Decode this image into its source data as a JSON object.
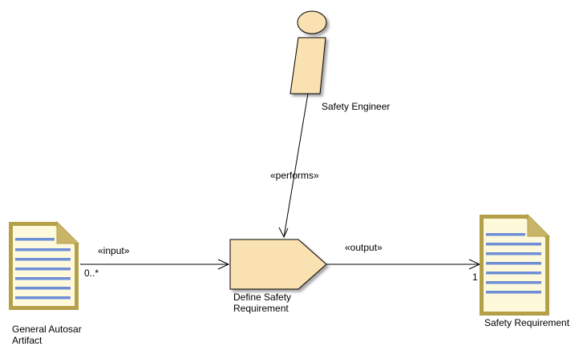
{
  "colors": {
    "fill": "#FAE1B1",
    "doc_fill": "#FFF9DC",
    "doc_border": "#B5A04A",
    "doc_lines": "#6E8ED6",
    "stroke": "#000000"
  },
  "role": {
    "name": "Safety Engineer",
    "icon": "person-role-icon"
  },
  "task": {
    "name_line1": "Define Safety",
    "name_line2": "Requirement",
    "icon": "task-pentagon-icon"
  },
  "input_product": {
    "name_line1": "General Autosar",
    "name_line2": "Artifact",
    "icon": "document-icon"
  },
  "output_product": {
    "name": "Safety Requirement",
    "icon": "document-icon"
  },
  "relations": {
    "performs": "«performs»",
    "input": "«input»",
    "input_multiplicity": "0..*",
    "output": "«output»",
    "output_multiplicity": "1"
  }
}
